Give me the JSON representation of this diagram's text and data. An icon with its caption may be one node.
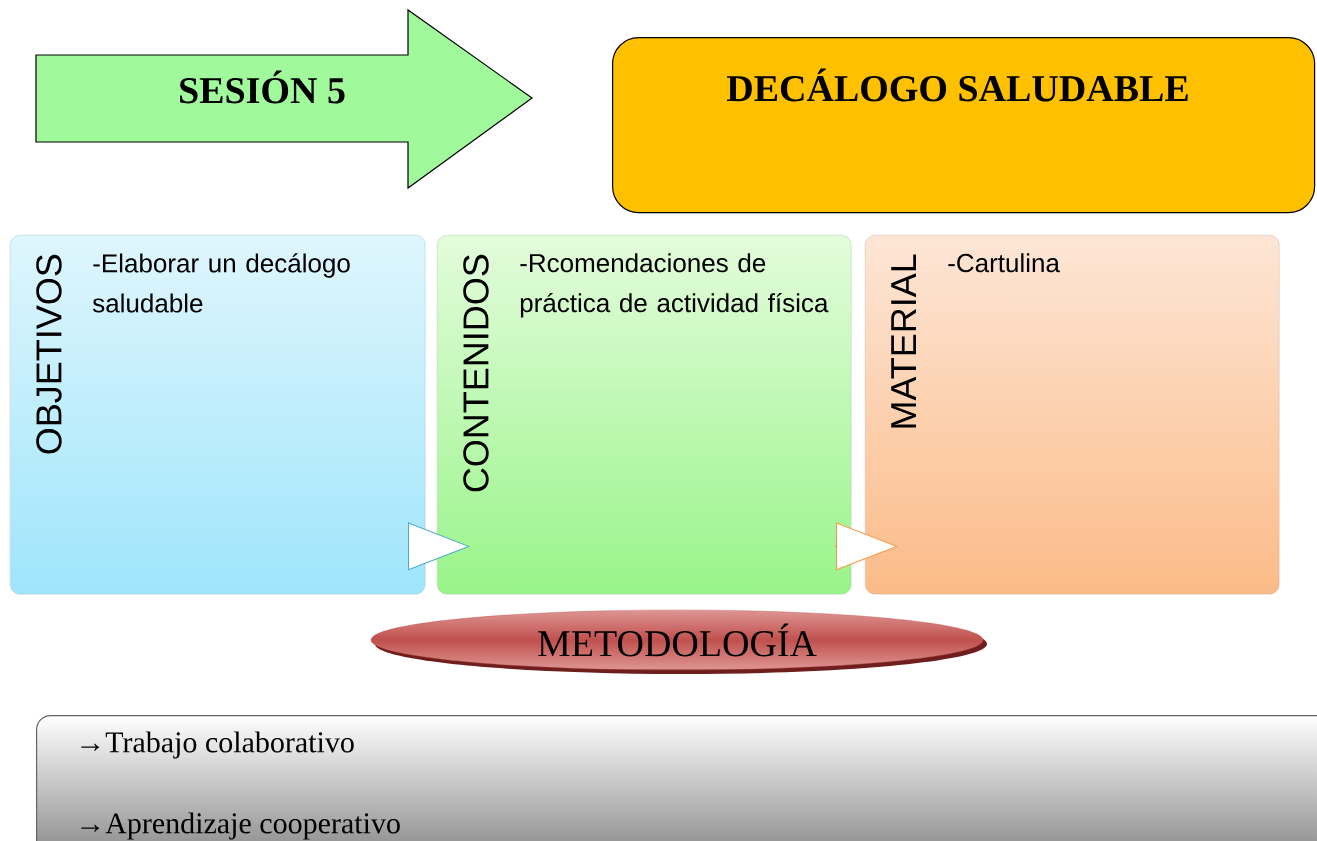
{
  "diagram": {
    "nodes": [
      {
        "text": [
          "SESIÓN 5"
        ]
      },
      {
        "text": [
          "DECÁLOGO SALUDABLE"
        ]
      },
      {
        "text": [
          "OBJETIVOS",
          "-Elaborar un decálogo saludable"
        ]
      },
      {
        "text": [
          "CONTENIDOS",
          "-Rcomendaciones de práctica de actividad física"
        ]
      },
      {
        "text": [
          "MATERIAL",
          "-Cartulina"
        ]
      },
      {
        "text": [
          "METODOLOGÍA"
        ]
      },
      {
        "text": [
          "→Trabajo colaborativo",
          "→Aprendizaje cooperativo"
        ]
      }
    ],
    "edges": [
      {
        "from": 2,
        "to": 3,
        "arrow": "to",
        "color": "#4bacc6"
      },
      {
        "from": 3,
        "to": 4,
        "arrow": "to",
        "color": "#f79646"
      }
    ]
  }
}
